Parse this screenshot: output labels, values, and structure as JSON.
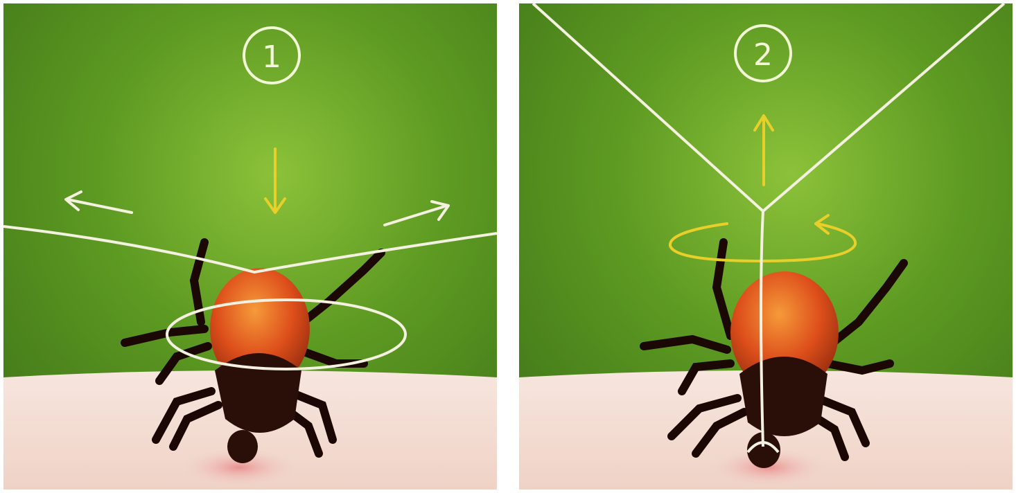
{
  "panels": [
    {
      "step_number": "1",
      "illustration": "tick-with-thread-loop",
      "arrows": [
        "arrow-down-yellow",
        "arrow-left-white",
        "arrow-right-white"
      ]
    },
    {
      "step_number": "2",
      "illustration": "tick-with-twisted-thread",
      "arrows": [
        "arrow-up-yellow",
        "rotation-arrow-yellow"
      ]
    }
  ],
  "colors": {
    "background_green": "#6fa62a",
    "skin": "#f3dcd2",
    "thread": "#f4f1e0",
    "arrow_yellow": "#e9cf2a",
    "tick_body": "#d84a1c",
    "tick_head": "#2a0f08"
  }
}
